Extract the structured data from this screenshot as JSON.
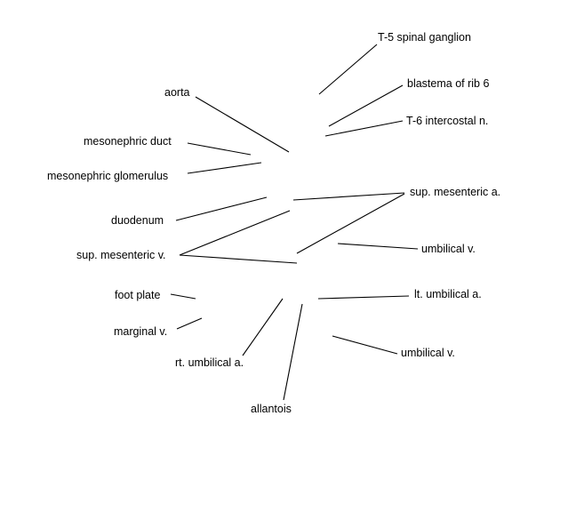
{
  "labels": {
    "t5_spinal_ganglion": "T-5 spinal ganglion",
    "blastema_rib_6": "blastema of rib 6",
    "t6_intercostal": "T-6 intercostal n.",
    "aorta": "aorta",
    "mesonephric_duct": "mesonephric duct",
    "mesonephric_glomerulus": "mesonephric glomerulus",
    "sup_mesenteric_a": "sup. mesenteric a.",
    "duodenum": "duodenum",
    "sup_mesenteric_v": "sup. mesenteric v.",
    "umbilical_v_upper": "umbilical v.",
    "foot_plate": "foot plate",
    "lt_umbilical_a": "lt. umbilical a.",
    "marginal_v": "marginal v.",
    "umbilical_v_lower": "umbilical v.",
    "rt_umbilical_a": "rt. umbilical a.",
    "allantois": "allantois"
  },
  "colors": {
    "line": "#000000",
    "text": "#000000",
    "background": "#ffffff"
  }
}
